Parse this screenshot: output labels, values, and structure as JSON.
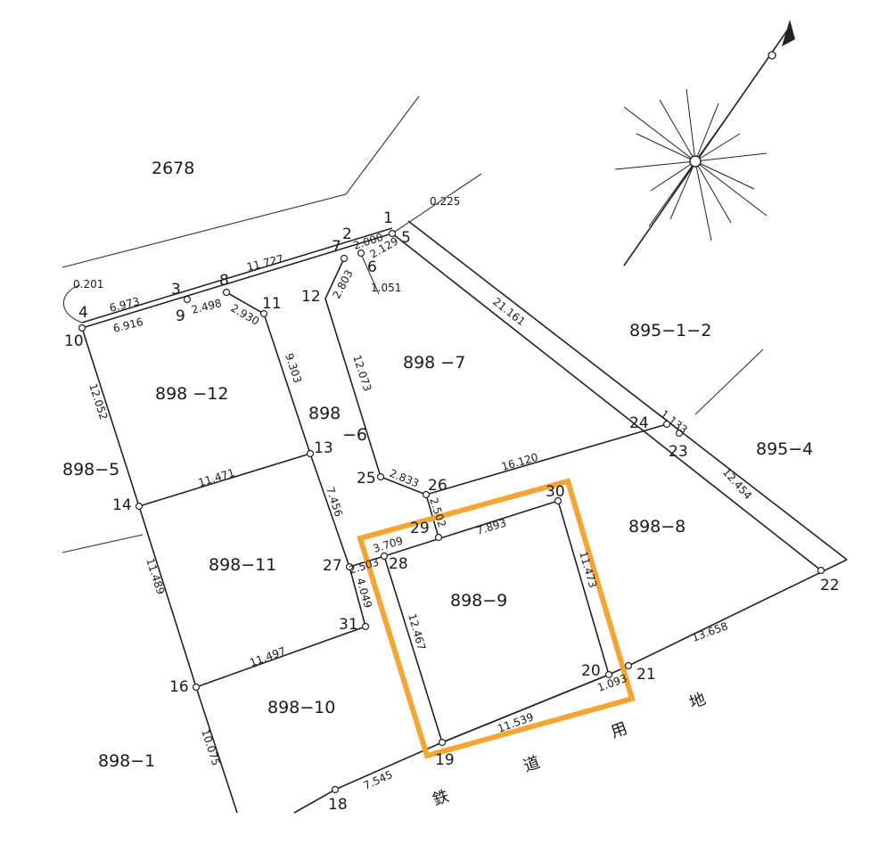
{
  "parcels": {
    "p2678": "2678",
    "p898_12": "898 −12",
    "p898_7": "898 −7",
    "p898_6a": "898",
    "p898_6b": "−6",
    "p898_5": "898−5",
    "p898_11": "898−11",
    "p898_9": "898−9",
    "p898_10": "898−10",
    "p898_1": "898−1",
    "p898_8": "898−8",
    "p895_1_2": "895−1−2",
    "p895_4": "895−4"
  },
  "points": {
    "pt1": "1",
    "pt2": "2",
    "pt3": "3",
    "pt4": "4",
    "pt5": "5",
    "pt6": "6",
    "pt7": "7",
    "pt8": "8",
    "pt9": "9",
    "pt10": "10",
    "pt11": "11",
    "pt12": "12",
    "pt13": "13",
    "pt14": "14",
    "pt16": "16",
    "pt18": "18",
    "pt19": "19",
    "pt20": "20",
    "pt21": "21",
    "pt22": "22",
    "pt23": "23",
    "pt24": "24",
    "pt25": "25",
    "pt26": "26",
    "pt27": "27",
    "pt28": "28",
    "pt29": "29",
    "pt30": "30",
    "pt31": "31"
  },
  "dimensions": {
    "d0225": "0.225",
    "d2000": "2.000",
    "d2129": "2.129",
    "d1051": "1.051",
    "d2803": "2.803",
    "d11727": "11 727",
    "d0201": "0.201",
    "d6973": "6.973",
    "d6916": "6.916",
    "d2498": "2.498",
    "d2930": "2.930",
    "d21161": "21.161",
    "d12073": "12.073",
    "d9303": "9.303",
    "d12052": "12.052",
    "d11471": "11.471",
    "d2833": "2.833",
    "d16120": "16.120",
    "d1133": "1.133",
    "d12454": "12.454",
    "d2502": "2.502",
    "d7893": "7.893",
    "d3709": "3.709",
    "d7456": "7.456",
    "d2503": "2.503",
    "d4049": "4.049",
    "d11473": "11.473",
    "d12467": "12.467",
    "d13658": "13.658",
    "d11497": "11.497",
    "d11489": "11.489",
    "d1093": "1.093",
    "d11539": "11.539",
    "d7545": "7.545",
    "d10075": "10.075"
  },
  "road_chars": {
    "c1": "地",
    "c2": "用",
    "c3": "道",
    "c4": "鉄"
  },
  "highlight": {
    "color": "#f4a534",
    "target": "898−9"
  }
}
